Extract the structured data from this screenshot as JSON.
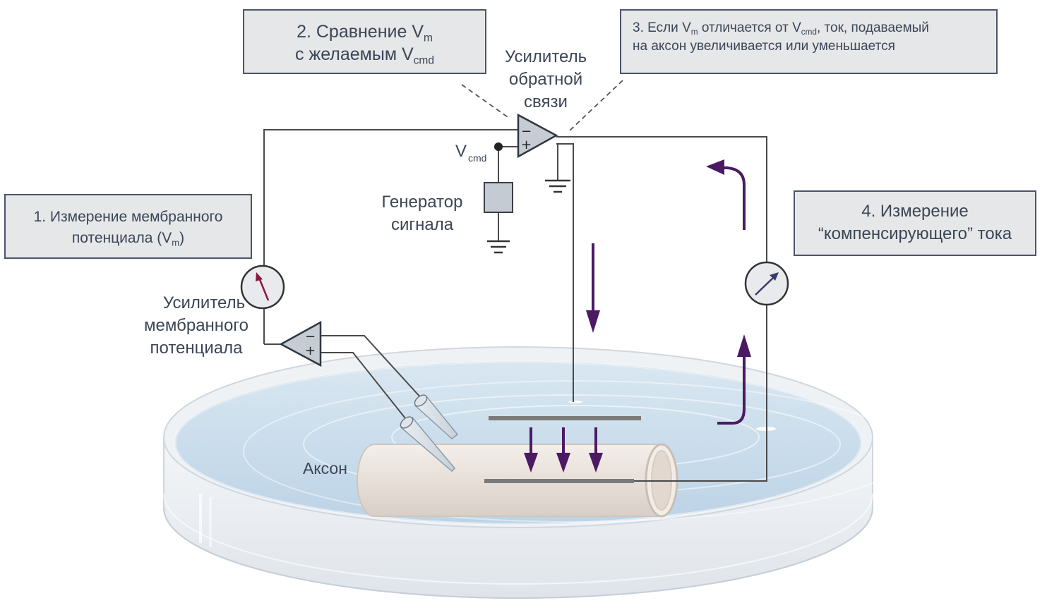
{
  "boxes": {
    "step1": {
      "line1": "1. Измерение мембранного",
      "line2_pre": "потенциала (V",
      "line2_sub": "m",
      "line2_post": ")"
    },
    "step2": {
      "line1_pre": "2. Сравнение V",
      "line1_sub": "m",
      "line2_pre": "с желаемым V",
      "line2_sub": "cmd"
    },
    "step3": {
      "line1_pre": "3. Если V",
      "line1_sub1": "m",
      "line1_mid": " отличается от V",
      "line1_sub2": "cmd",
      "line1_post": ", ток, подаваемый",
      "line2": "на аксон увеличивается или уменьшается"
    },
    "step4": {
      "line1": "4. Измерение",
      "line2": "“компенсирующего” тока"
    }
  },
  "labels": {
    "feedback_amp": [
      "Усилитель",
      "обратной",
      "связи"
    ],
    "membrane_amp": [
      "Усилитель",
      "мембранного",
      "потенциала"
    ],
    "signal_gen": [
      "Генератор",
      "сигнала"
    ],
    "vcmd_main": "V",
    "vcmd_sub": "cmd",
    "axon": "Аксон",
    "minus": "−",
    "plus": "+"
  },
  "colors": {
    "arrow": "#4b1a63",
    "wire": "#4a4a4a",
    "box_fill": "#e6e7e9",
    "box_border": "#4a5568",
    "dish_water": "#c9dceb",
    "axon": "#ece5e0",
    "meter_needle_left": "#8b1a3c",
    "meter_needle_right": "#3a3a6a"
  }
}
